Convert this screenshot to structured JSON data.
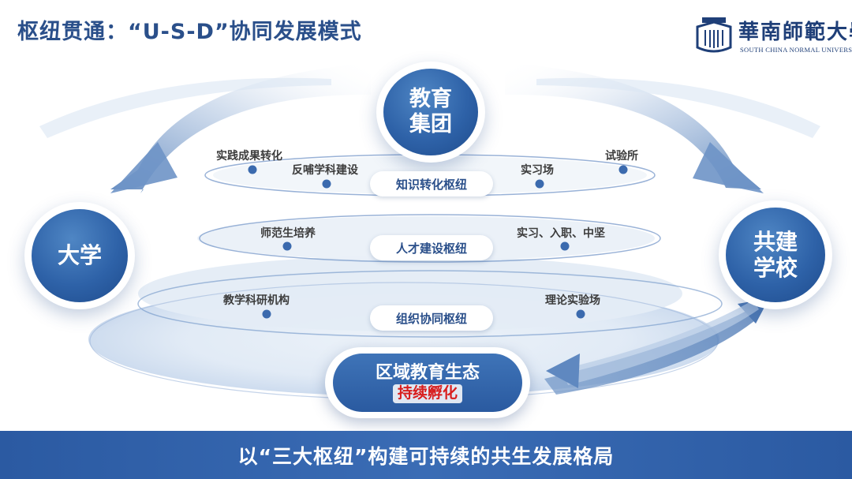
{
  "header": {
    "title": "枢纽贯通：“U-S-D”协同发展模式"
  },
  "logo": {
    "name_cn": "華南師範大學",
    "name_en": "SOUTH CHINA NORMAL UNIVERSITY"
  },
  "nodes": {
    "group": [
      "教育",
      "集团"
    ],
    "university": "大学",
    "school": [
      "共建",
      "学校"
    ]
  },
  "hubs": {
    "knowledge": "知识转化枢纽",
    "talent": "人才建设枢纽",
    "organization": "组织协同枢纽"
  },
  "labels": {
    "practice_transfer": "实践成果转化",
    "feedback_discipline": "反哺学科建设",
    "internship_site": "实习场",
    "test_site": "试验所",
    "teacher_training": "师范生培养",
    "intern_career": "实习、入职、中坚",
    "research_institution": "教学科研机构",
    "theory_field": "理论实验场"
  },
  "ecosystem": {
    "main": "区域教育生态",
    "sub": "持续孵化"
  },
  "banner": {
    "text": "以“三大枢纽”构建可持续的共生发展格局"
  },
  "colors": {
    "primary": "#2a5aa0",
    "accent_red": "#d81e1e",
    "title": "#2a4f8a"
  }
}
